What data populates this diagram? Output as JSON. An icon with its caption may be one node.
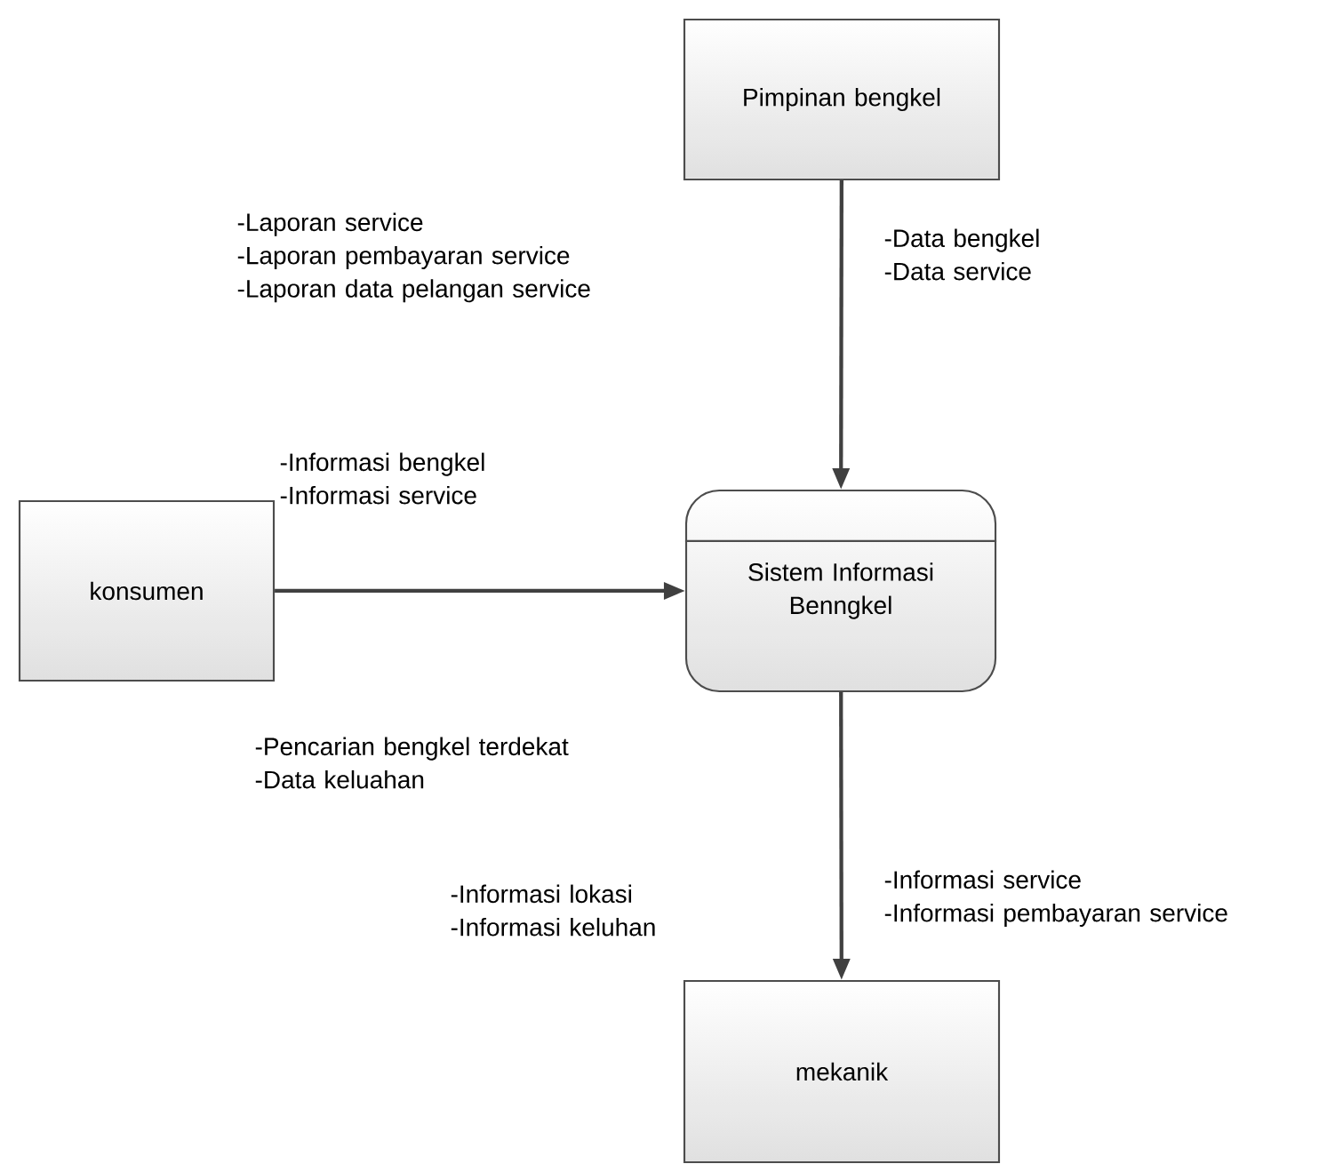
{
  "diagram": {
    "nodes": [
      {
        "text": [
          "Pimpinan bengkel"
        ]
      },
      {
        "text": [
          "konsumen"
        ]
      },
      {
        "text": [
          "Sistem Informasi Benngkel"
        ]
      },
      {
        "text": [
          "mekanik"
        ]
      }
    ],
    "edges": [
      {
        "from": 0,
        "to": 2,
        "arrow": "to",
        "label": "-Data bengkel -Data service"
      },
      {
        "from": 1,
        "to": 2,
        "arrow": "to",
        "label": "-Informasi bengkel -Informasi service"
      },
      {
        "from": 2,
        "to": 3,
        "arrow": "to",
        "label": "-Informasi service -Informasi pembayaran service"
      }
    ],
    "labels": [
      "-Laporan service -Laporan pembayaran service -Laporan data pelangan service",
      "-Pencarian bengkel terdekat -Data keluahan",
      "-Informasi lokasi -Informasi keluhan"
    ]
  }
}
